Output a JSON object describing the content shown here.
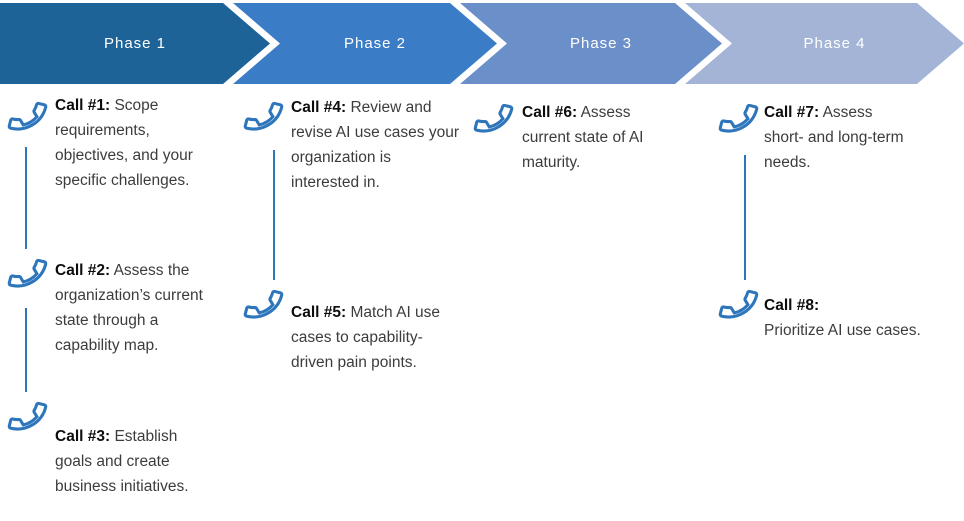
{
  "phases": [
    {
      "label": "Phase 1",
      "color": "#1e6398"
    },
    {
      "label": "Phase 2",
      "color": "#3a7cc6"
    },
    {
      "label": "Phase 3",
      "color": "#6b90c9"
    },
    {
      "label": "Phase 4",
      "color": "#a3b4d6"
    }
  ],
  "calls": [
    {
      "label": "Call #1:",
      "text": " Scope requirements, objectives, and your specific challenges."
    },
    {
      "label": "Call #2:",
      "text": " Assess the organization’s current state through a capability map."
    },
    {
      "label": "Call #3:",
      "text": " Establish goals and create business initiatives."
    },
    {
      "label": "Call #4:",
      "text": " Review and revise AI use cases your organization is interested in."
    },
    {
      "label": "Call #5:",
      "text": " Match AI use cases to capability-driven pain points."
    },
    {
      "label": "Call #6:",
      "text": " Assess current state of AI maturity."
    },
    {
      "label": "Call #7:",
      "text": " Assess short- and long-term needs."
    },
    {
      "label": "Call #8:",
      "text": "Prioritize AI use cases."
    }
  ],
  "colors": {
    "accent": "#2e76bb",
    "phase1": "#1e6398",
    "phase2": "#3a7cc6",
    "phase3": "#6b90c9",
    "phase4": "#a3b4d6"
  },
  "icon_names": {
    "phone": "phone-icon"
  }
}
